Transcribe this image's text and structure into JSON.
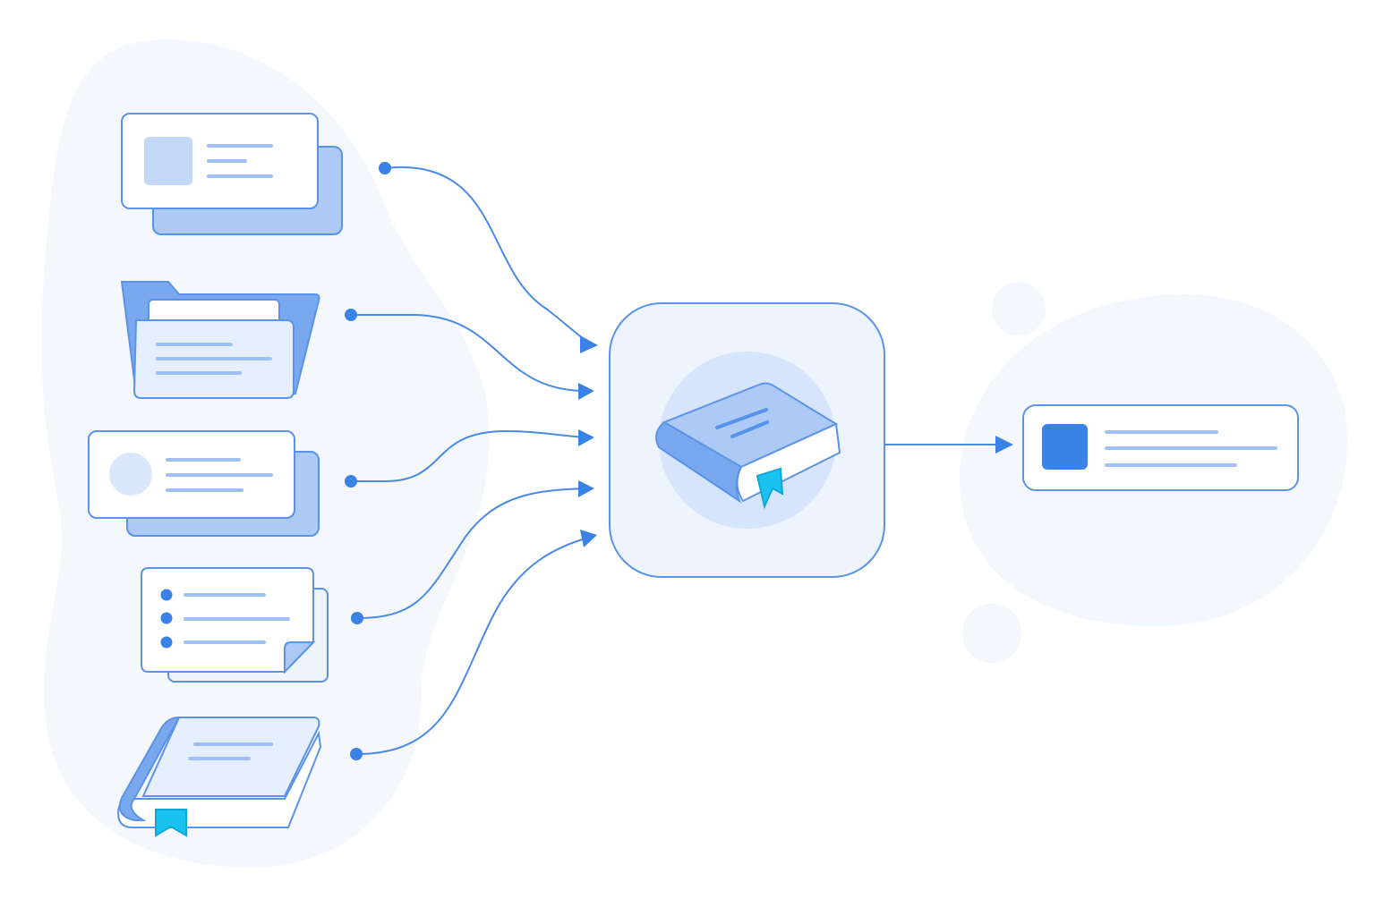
{
  "colors": {
    "primary": "#3b82e6",
    "line": "#4a8ae6",
    "stroke": "#5b93e8",
    "card_fill": "#ffffff",
    "light_fill": "#e6effd",
    "mid_fill": "#adc9f5",
    "placeholder_line": "#9fc0f2",
    "accent_cyan": "#19c3ee",
    "blob": "#f4f7fc",
    "hub_fill": "#eef4fd"
  },
  "sources": [
    {
      "icon": "document-card-icon",
      "kind": "card-with-image"
    },
    {
      "icon": "folder-icon",
      "kind": "folder"
    },
    {
      "icon": "profile-card-icon",
      "kind": "card-with-avatar"
    },
    {
      "icon": "bulleted-list-icon",
      "kind": "list-note"
    },
    {
      "icon": "book-icon",
      "kind": "book"
    }
  ],
  "hub": {
    "icon": "knowledge-book-icon"
  },
  "output": {
    "icon": "result-card-icon"
  }
}
